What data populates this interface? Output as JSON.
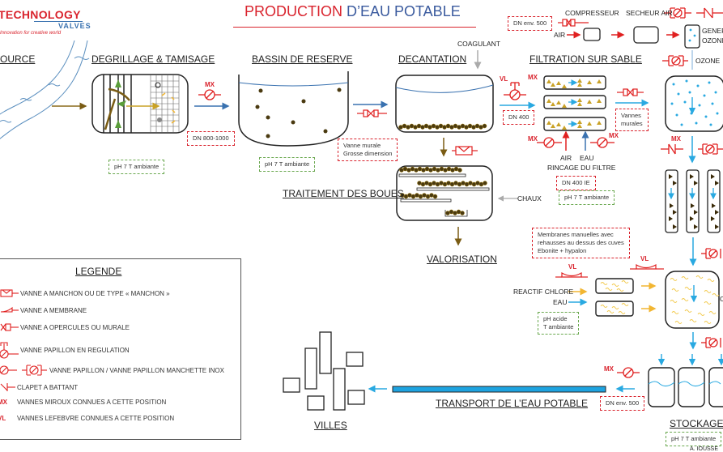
{
  "logo": {
    "name": "TECHNOLOGY",
    "sub": "VALVES",
    "tagline": "Innovation for creative world"
  },
  "title": {
    "part1": "PRODUCTION",
    "part2": " D’EAU POTABLE"
  },
  "colors": {
    "accent_red": "#d9232d",
    "title_blue": "#3a5a9e",
    "water_blue": "#29a9e1",
    "sludge_brown": "#7a5c14",
    "sand_gold": "#c9a227",
    "chlorine_yellow": "#f2c94c",
    "note_green": "#6aa84f"
  },
  "sections": {
    "source": "SOURCE",
    "degrillage": "DEGRILLAGE & TAMISAGE",
    "bassin": "BASSIN DE RESERVE",
    "decantation": "DECANTATION",
    "filtration": "FILTRATION SUR SABLE",
    "traitement_boues": "TRAITEMENT DES BOUES",
    "valorisation": "VALORISATION",
    "transport": "TRANSPORT DE L’EAU POTABLE",
    "villes": "VILLES",
    "stockage": "STOCKAGE"
  },
  "labels": {
    "coagulant": "COAGULANT",
    "compresseur": "COMPRESSEUR",
    "secheur_air": "SECHEUR AIR",
    "air": "AIR",
    "generateur_ozone_line1": "GENER",
    "generateur_ozone_line2": "OZONI",
    "ozone": "OZONE",
    "chaux": "CHAUX",
    "rincage_air": "AIR",
    "rincage_eau": "EAU",
    "rincage_filtre": "RINCAGE DU FILTRE",
    "reactif_chlore": "REACTIF CHLORE",
    "eau": "EAU",
    "chloration_tail": "C",
    "bottom_right_cut": "A. IOUSSE"
  },
  "valve_tags": {
    "mx": "MX",
    "vl": "VL"
  },
  "notes": {
    "dn_800_1000": "DN 800-1000",
    "ph_degrillage": "pH 7 T ambiante",
    "ph_bassin": "pH 7 T ambiante",
    "vanne_murale_line1": "Vanne murale",
    "vanne_murale_line2": "Grosse dimension",
    "dn_400": "DN 400",
    "vannes_murales_line1": "Vannes",
    "vannes_murales_line2": "murales",
    "dn_400_ie": "DN 400 IE",
    "ph_filtration": "pH 7 T ambiante",
    "dn_env_500_top": "DN env. 500",
    "membranes_line1": "Membranes manuelles avec",
    "membranes_line2": "rehausses au dessus des cuves",
    "membranes_line3": "Ebonite + hypalon",
    "ph_acide_line1": "pH acide",
    "ph_acide_line2": "T ambiante",
    "dn_env_500_bottom": "DN env. 500",
    "ph_stockage": "pH 7 T ambiante"
  },
  "legend": {
    "title": "LEGENDE",
    "items": [
      {
        "icon": "sleeve-valve-icon",
        "label": "VANNE A MANCHON OU DE TYPE « MANCHON »"
      },
      {
        "icon": "membrane-valve-icon",
        "label": "VANNE A MEMBRANE"
      },
      {
        "icon": "gate-valve-icon",
        "label": "VANNE A OPERCULES OU MURALE"
      },
      {
        "icon": "control-butterfly-valve-icon",
        "label": "VANNE PAPILLON EN REGULATION"
      },
      {
        "icon": "butterfly-valve-icon",
        "label": "VANNE PAPILLON / VANNE PAPILLON MANCHETTE INOX"
      },
      {
        "icon": "check-valve-icon",
        "label": "CLAPET A BATTANT"
      },
      {
        "tag": "MX",
        "label": "VANNES MIROUX CONNUES A CETTE POSITION"
      },
      {
        "tag": "VL",
        "label": "VANNES LEFEBVRE CONNUES A CETTE POSITION"
      }
    ]
  }
}
